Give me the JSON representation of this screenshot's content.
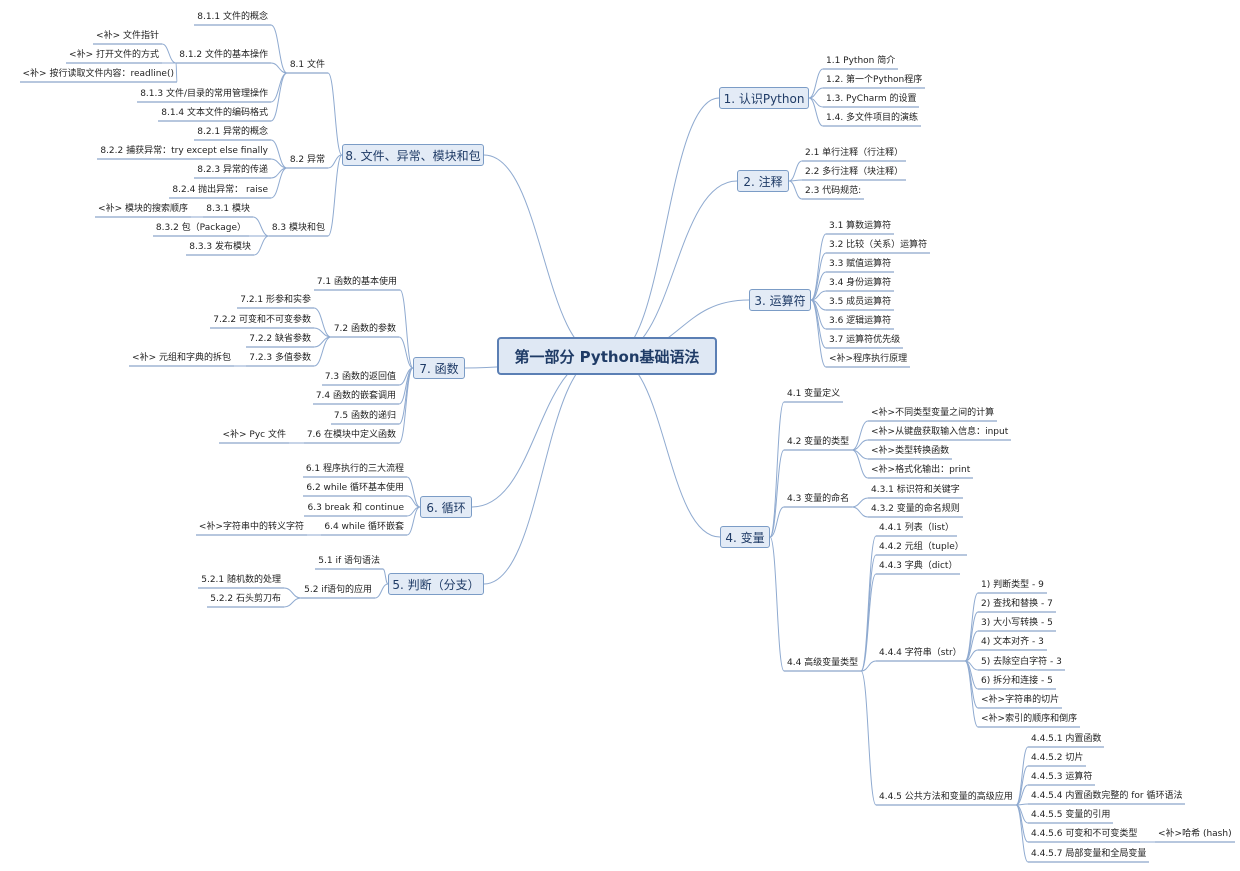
{
  "central_title": "第一部分 Python基础语法",
  "topics": {
    "t1": "1. 认识Python",
    "t2": "2. 注释",
    "t3": "3. 运算符",
    "t4": "4. 变量",
    "t5": "5. 判断（分支）",
    "t6": "6. 循环",
    "t7": "7. 函数",
    "t8": "8. 文件、异常、模块和包"
  },
  "nodes": {
    "n1_1": "1.1 Python 简介",
    "n1_2": "1.2. 第一个Python程序",
    "n1_3": "1.3. PyCharm 的设置",
    "n1_4": "1.4. 多文件项目的演练",
    "n2_1": "2.1 单行注释（行注释）",
    "n2_2": "2.2 多行注释（块注释）",
    "n2_3": "2.3 代码规范:",
    "n3_1": "3.1 算数运算符",
    "n3_2": "3.2 比较（关系）运算符",
    "n3_3": "3.3 赋值运算符",
    "n3_4": "3.4 身份运算符",
    "n3_5": "3.5 成员运算符",
    "n3_6": "3.6 逻辑运算符",
    "n3_7": "3.7 运算符优先级",
    "n3_s": "<补>程序执行原理",
    "n4_1": "4.1 变量定义",
    "n4_2": "4.2 变量的类型",
    "n4_2a": "<补>不同类型变量之间的计算",
    "n4_2b": "<补>从键盘获取输入信息：input",
    "n4_2c": "<补>类型转换函数",
    "n4_2d": "<补>格式化输出：print",
    "n4_3": "4.3 变量的命名",
    "n4_3_1": "4.3.1 标识符和关键字",
    "n4_3_2": "4.3.2 变量的命名规则",
    "n4_4": "4.4 高级变量类型",
    "n4_4_1": "4.4.1 列表（list）",
    "n4_4_2": "4.4.2 元组（tuple）",
    "n4_4_3": "4.4.3 字典（dict）",
    "n4_4_4": "4.4.4 字符串（str）",
    "s1": "1) 判断类型 - 9",
    "s2": "2) 查找和替换 - 7",
    "s3": "3) 大小写转换 - 5",
    "s4": "4) 文本对齐 - 3",
    "s5": "5) 去除空白字符 - 3",
    "s6": "6) 拆分和连接 - 5",
    "s7": "<补>字符串的切片",
    "s8": "<补>索引的顺序和倒序",
    "n4_4_5": "4.4.5 公共方法和变量的高级应用",
    "c1": "4.4.5.1 内置函数",
    "c2": "4.4.5.2 切片",
    "c3": "4.4.5.3 运算符",
    "c4": "4.4.5.4 内置函数完整的 for 循环语法",
    "c5": "4.4.5.5 变量的引用",
    "c6": "4.4.5.6 可变和不可变类型",
    "c6a": "<补>哈希 (hash)",
    "c7": "4.4.5.7 局部变量和全局变量",
    "n5_1": "5.1 if 语句语法",
    "n5_2": "5.2 if语句的应用",
    "n5_2_1": "5.2.1 随机数的处理",
    "n5_2_2": "5.2.2 石头剪刀布",
    "n6_1": "6.1 程序执行的三大流程",
    "n6_2": "6.2 while 循环基本使用",
    "n6_3": "6.3 break 和 continue",
    "n6_4": "6.4 while 循环嵌套",
    "n6_4a": "<补>字符串中的转义字符",
    "n7_1": "7.1 函数的基本使用",
    "n7_2": "7.2 函数的参数",
    "n7_2_1": "7.2.1 形参和实参",
    "n7_2_2a": "7.2.2 可变和不可变参数",
    "n7_2_2b": "7.2.2 缺省参数",
    "n7_2_3": "7.2.3 多值参数",
    "n7_2_3a": "<补> 元组和字典的拆包",
    "n7_3": "7.3 函数的返回值",
    "n7_4": "7.4 函数的嵌套调用",
    "n7_5": "7.5 函数的递归",
    "n7_6": "7.6 在模块中定义函数",
    "n7_6a": "<补> Pyc 文件",
    "n8_1": "8.1 文件",
    "n8_1_1": "8.1.1 文件的概念",
    "n8_1_2": "8.1.2 文件的基本操作",
    "n8_1_2a": "<补> 文件指针",
    "n8_1_2b": "<补> 打开文件的方式",
    "n8_1_2c": "<补> 按行读取文件内容：readline()",
    "n8_1_3": "8.1.3 文件/目录的常用管理操作",
    "n8_1_4": "8.1.4 文本文件的编码格式",
    "n8_2": "8.2 异常",
    "n8_2_1": "8.2.1 异常的概念",
    "n8_2_2": "8.2.2 捕获异常：try except else finally",
    "n8_2_3": "8.2.3 异常的传递",
    "n8_2_4": "8.2.4 抛出异常： raise",
    "n8_3": "8.3 模块和包",
    "n8_3_1": "8.3.1 模块",
    "n8_3_1a": "<补> 模块的搜索顺序",
    "n8_3_2": "8.3.2 包（Package）",
    "n8_3_3": "8.3.3 发布模块"
  },
  "colors": {
    "line": "#8faad0",
    "underline": "#6f8fbd",
    "topic_fill": "#e3ebf6",
    "central_fill": "#dfe8f4"
  }
}
